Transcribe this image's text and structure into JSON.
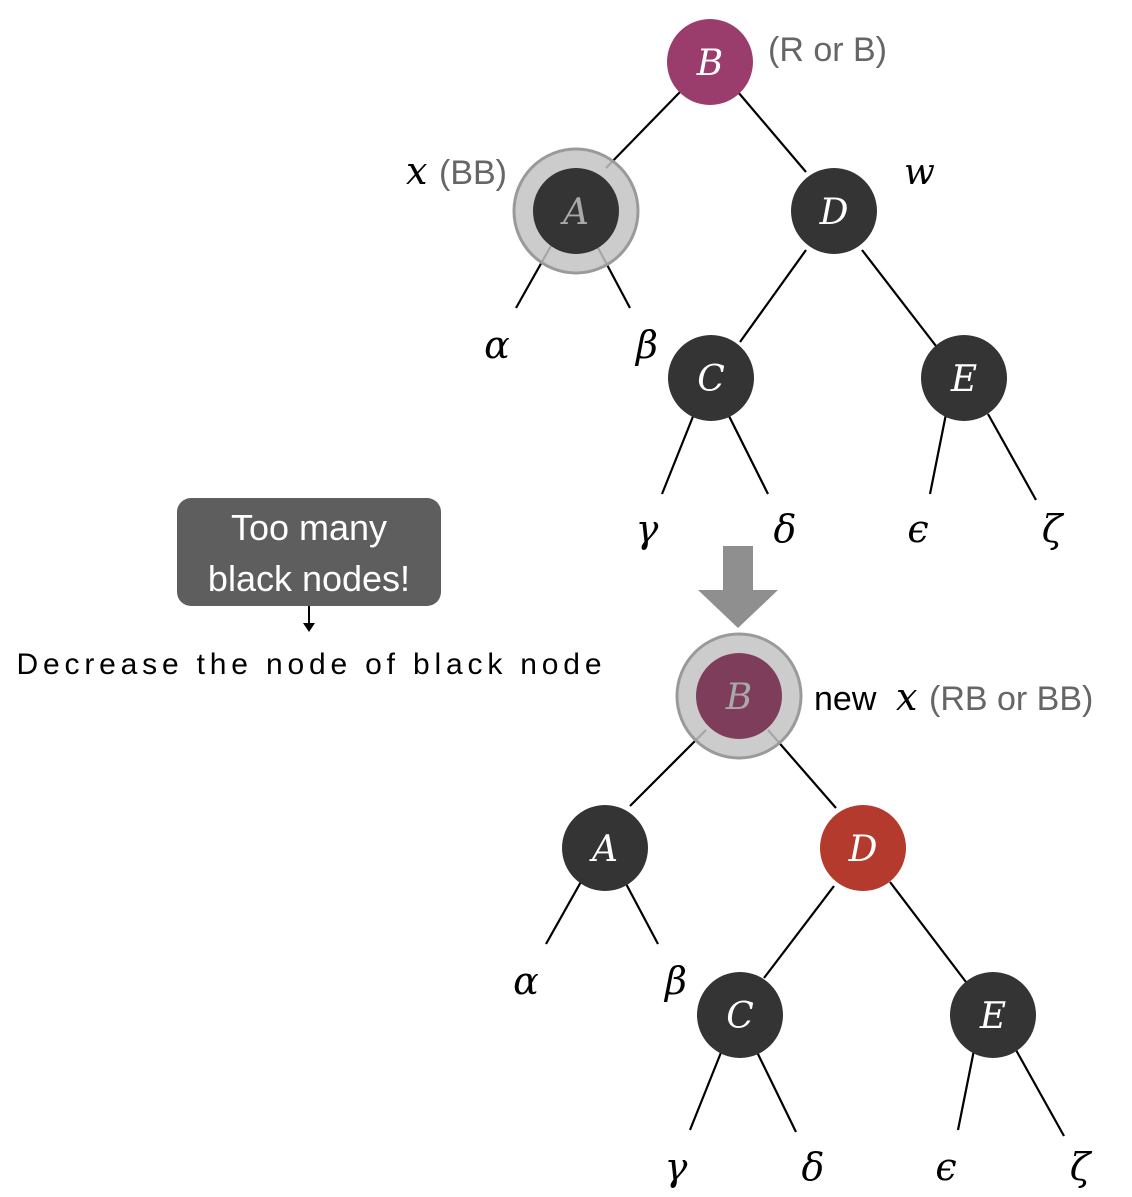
{
  "colors": {
    "black_node": "#343434",
    "root_node": "#9b3d6c",
    "root_node_dim": "#7e3d5b",
    "red_node": "#b33a2c",
    "halo_fill": "#c3c3c3",
    "halo_stroke": "#9a9a9a",
    "gray_text": "#666666",
    "dim_letter": "#a9a9a9",
    "arrow": "#8f8f8f",
    "callout_bg": "#5e5e5e"
  },
  "callout": {
    "line1": "Too many",
    "line2": "black nodes!",
    "caption": "Decrease the node of black node"
  },
  "before": {
    "nodes": {
      "B": "B",
      "A": "A",
      "D": "D",
      "C": "C",
      "E": "E"
    },
    "leaves": {
      "alpha": "α",
      "beta": "β",
      "gamma": "γ",
      "delta": "δ",
      "epsilon": "ϵ",
      "zeta": "ζ"
    },
    "labels": {
      "root_note": "(R or B)",
      "x_var": "x",
      "x_note": "(BB)",
      "w_var": "w"
    }
  },
  "after": {
    "nodes": {
      "B": "B",
      "A": "A",
      "D": "D",
      "C": "C",
      "E": "E"
    },
    "leaves": {
      "alpha": "α",
      "beta": "β",
      "gamma": "γ",
      "delta": "δ",
      "epsilon": "ϵ",
      "zeta": "ζ"
    },
    "labels": {
      "new_word": "new",
      "x_var": "x",
      "x_note": "(RB or BB)"
    }
  }
}
